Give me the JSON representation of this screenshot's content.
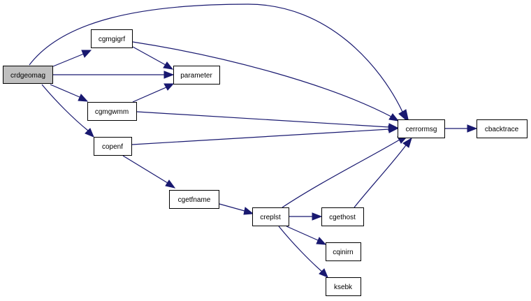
{
  "nodes": {
    "crdgeomag": "crdgeomag",
    "cgmgigrf": "cgmgigrf",
    "parameter": "parameter",
    "cgmgwmm": "cgmgwmm",
    "copenf": "copenf",
    "cerrormsg": "cerrormsg",
    "cbacktrace": "cbacktrace",
    "cgetfname": "cgetfname",
    "creplst": "creplst",
    "cgethost": "cgethost",
    "cqinirn": "cqinirn",
    "ksebk": "ksebk"
  },
  "edges": [
    {
      "from": "crdgeomag",
      "to": "cgmgigrf"
    },
    {
      "from": "crdgeomag",
      "to": "parameter"
    },
    {
      "from": "crdgeomag",
      "to": "cgmgwmm"
    },
    {
      "from": "crdgeomag",
      "to": "copenf"
    },
    {
      "from": "crdgeomag",
      "to": "cerrormsg"
    },
    {
      "from": "cgmgigrf",
      "to": "parameter"
    },
    {
      "from": "cgmgigrf",
      "to": "cerrormsg"
    },
    {
      "from": "cgmgwmm",
      "to": "parameter"
    },
    {
      "from": "cgmgwmm",
      "to": "cerrormsg"
    },
    {
      "from": "copenf",
      "to": "cerrormsg"
    },
    {
      "from": "copenf",
      "to": "cgetfname"
    },
    {
      "from": "cerrormsg",
      "to": "cbacktrace"
    },
    {
      "from": "cgetfname",
      "to": "creplst"
    },
    {
      "from": "creplst",
      "to": "cerrormsg"
    },
    {
      "from": "creplst",
      "to": "cgethost"
    },
    {
      "from": "creplst",
      "to": "cqinirn"
    },
    {
      "from": "creplst",
      "to": "ksebk"
    },
    {
      "from": "cgethost",
      "to": "cerrormsg"
    }
  ],
  "colors": {
    "edge": "#191970",
    "root_fill": "#bfbfbf",
    "node_fill": "#ffffff",
    "node_border": "#000000"
  }
}
